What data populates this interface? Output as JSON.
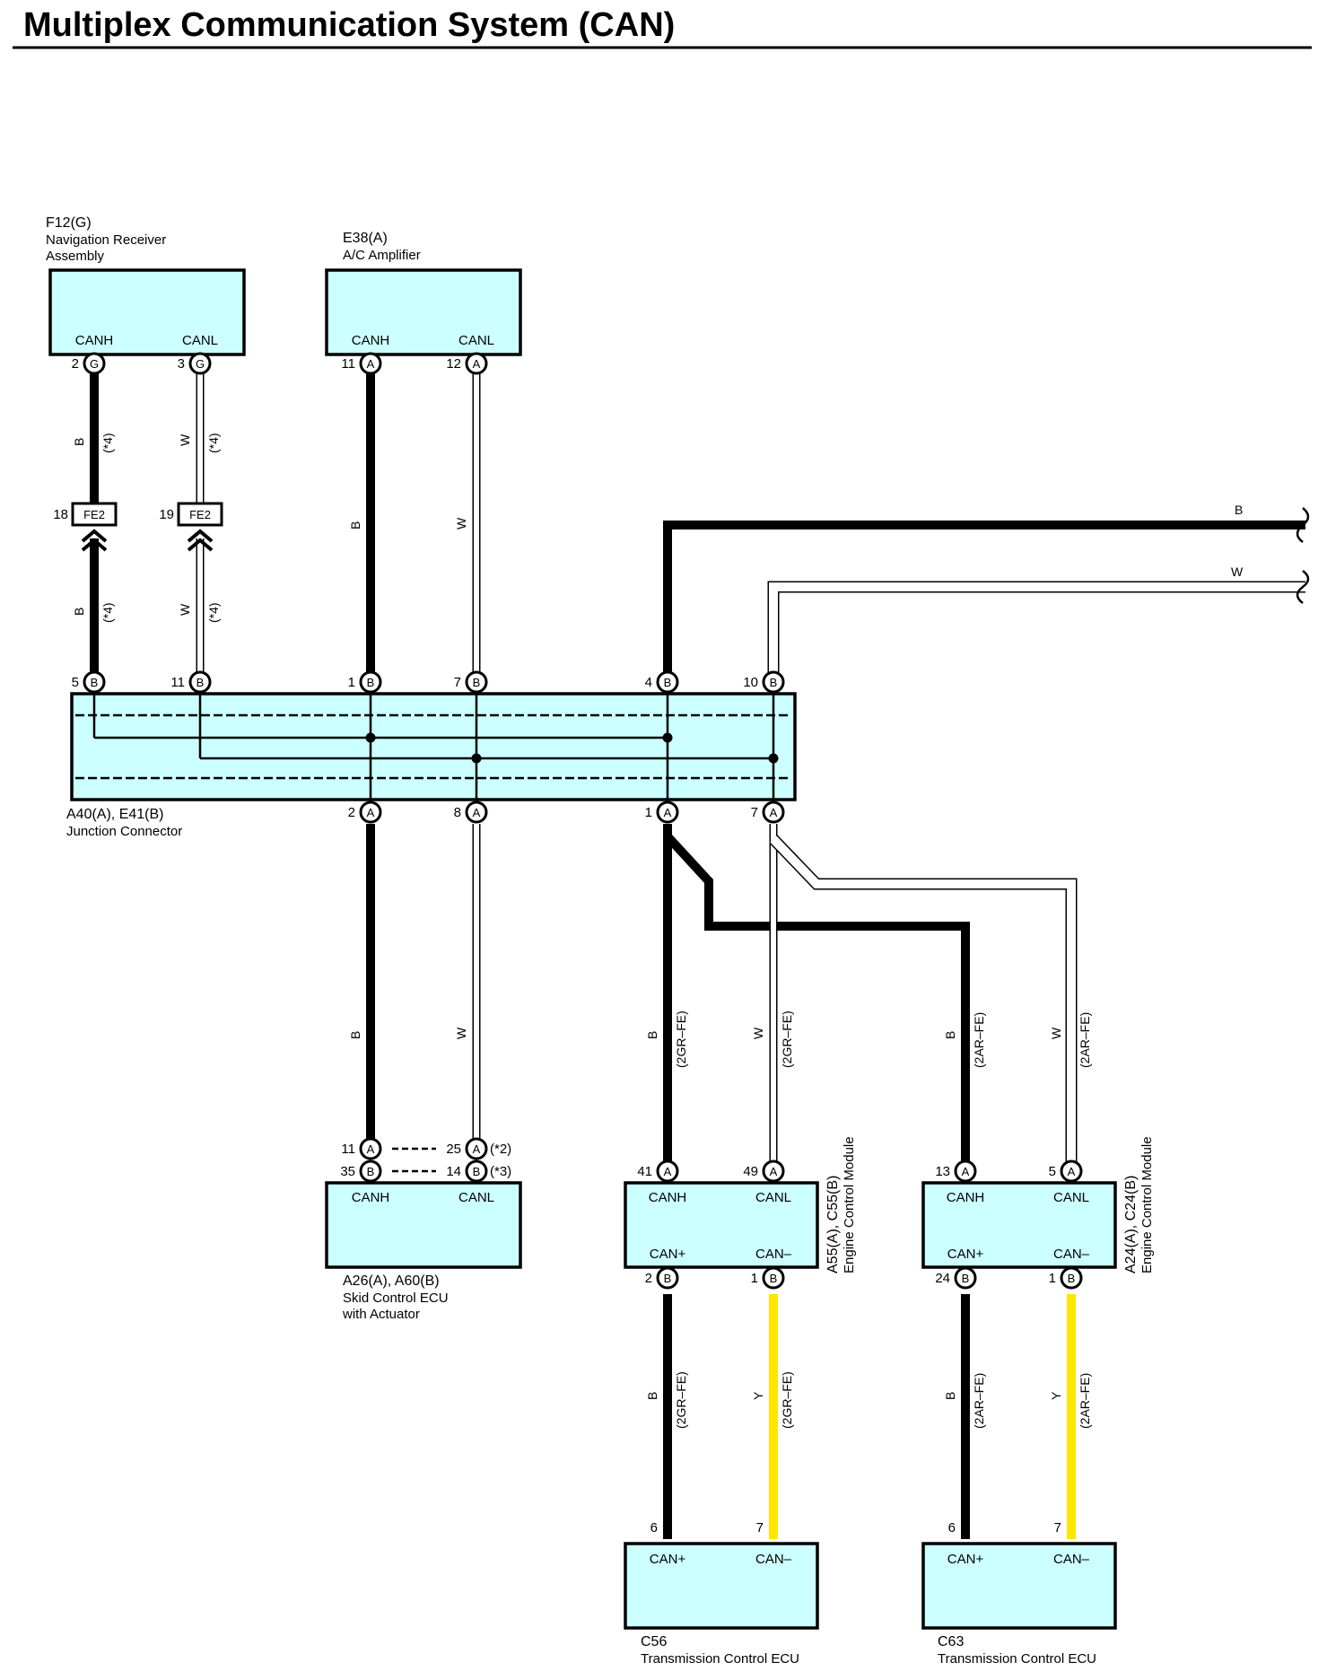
{
  "title": "Multiplex Communication System (CAN)",
  "colors": {
    "component_fill": "#ccffff",
    "wire_black": "#000000",
    "wire_white": "#ffffff",
    "wire_yellow": "#ffe600"
  },
  "components": {
    "nav": {
      "code": "F12(G)",
      "name1": "Navigation Receiver",
      "name2": "Assembly",
      "sig1": "CANH",
      "sig2": "CANL",
      "pin1": "2",
      "pin2": "3",
      "conn": "G"
    },
    "ac": {
      "code": "E38(A)",
      "name1": "A/C Amplifier",
      "sig1": "CANH",
      "sig2": "CANL",
      "pin1": "11",
      "pin2": "12",
      "conn": "A"
    },
    "junction": {
      "code": "A40(A), E41(B)",
      "name1": "Junction Connector",
      "top_pins": [
        "5",
        "11",
        "1",
        "7",
        "4",
        "10"
      ],
      "top_conn": "B",
      "bottom_pins": [
        "2",
        "8",
        "1",
        "7"
      ],
      "bottom_conn": "A"
    },
    "skid": {
      "code": "A26(A), A60(B)",
      "name1": "Skid Control ECU",
      "name2": "with Actuator",
      "sig1": "CANH",
      "sig2": "CANL",
      "rowA": {
        "pin1": "11",
        "pin2": "25",
        "conn": "A",
        "note": "(*2)"
      },
      "rowB": {
        "pin1": "35",
        "pin2": "14",
        "conn": "B",
        "note": "(*3)"
      }
    },
    "ecm1": {
      "code": "A55(A), C55(B)",
      "name1": "Engine Control Module",
      "sig1": "CANH",
      "sig2": "CANL",
      "sig3": "CAN+",
      "sig4": "CAN–",
      "top_pin1": "41",
      "top_pin2": "49",
      "top_conn": "A",
      "bot_pin1": "2",
      "bot_pin2": "1",
      "bot_conn": "B"
    },
    "ecm2": {
      "code": "A24(A), C24(B)",
      "name1": "Engine Control Module",
      "sig1": "CANH",
      "sig2": "CANL",
      "sig3": "CAN+",
      "sig4": "CAN–",
      "top_pin1": "13",
      "top_pin2": "5",
      "top_conn": "A",
      "bot_pin1": "24",
      "bot_pin2": "1",
      "bot_conn": "B"
    },
    "tcm1": {
      "code": "C56",
      "name1": "Transmission Control ECU",
      "sig1": "CAN+",
      "sig2": "CAN–",
      "pin1": "6",
      "pin2": "7"
    },
    "tcm2": {
      "code": "C63",
      "name1": "Transmission Control ECU",
      "sig1": "CAN+",
      "sig2": "CAN–",
      "pin1": "6",
      "pin2": "7"
    }
  },
  "connectors_fe2": {
    "label": "FE2",
    "pin1": "18",
    "pin2": "19"
  },
  "wire_labels": {
    "b": "B",
    "w": "W",
    "y": "Y",
    "note4": "(*4)",
    "gr": "(2GR–FE)",
    "ar": "(2AR–FE)"
  }
}
